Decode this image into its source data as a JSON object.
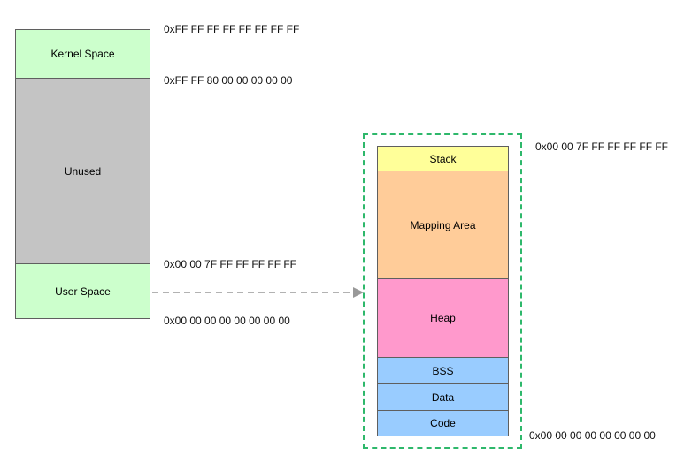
{
  "left_diagram": {
    "segments": [
      {
        "label": "Kernel Space",
        "color": "#ccffcc"
      },
      {
        "label": "Unused",
        "color": "#c4c4c4"
      },
      {
        "label": "User Space",
        "color": "#ccffcc"
      }
    ],
    "addresses": [
      {
        "text": "0xFF FF FF FF FF FF FF FF"
      },
      {
        "text": "0xFF FF 80 00 00 00 00 00"
      },
      {
        "text": "0x00 00 7F FF FF FF FF FF"
      },
      {
        "text": "0x00 00 00 00 00 00 00 00"
      }
    ]
  },
  "right_diagram": {
    "border_color": "#2eb86b",
    "segments": [
      {
        "label": "Stack",
        "color": "#ffff99"
      },
      {
        "label": "Mapping Area",
        "color": "#ffcc99"
      },
      {
        "label": "Heap",
        "color": "#ff99cc"
      },
      {
        "label": "BSS",
        "color": "#99ccff"
      },
      {
        "label": "Data",
        "color": "#99ccff"
      },
      {
        "label": "Code",
        "color": "#99ccff"
      }
    ],
    "address_top": "0x00 00 7F FF FF FF FF FF",
    "address_bottom": "0x00 00 00 00 00 00 00 00"
  },
  "arrow": {
    "color": "#999999"
  }
}
